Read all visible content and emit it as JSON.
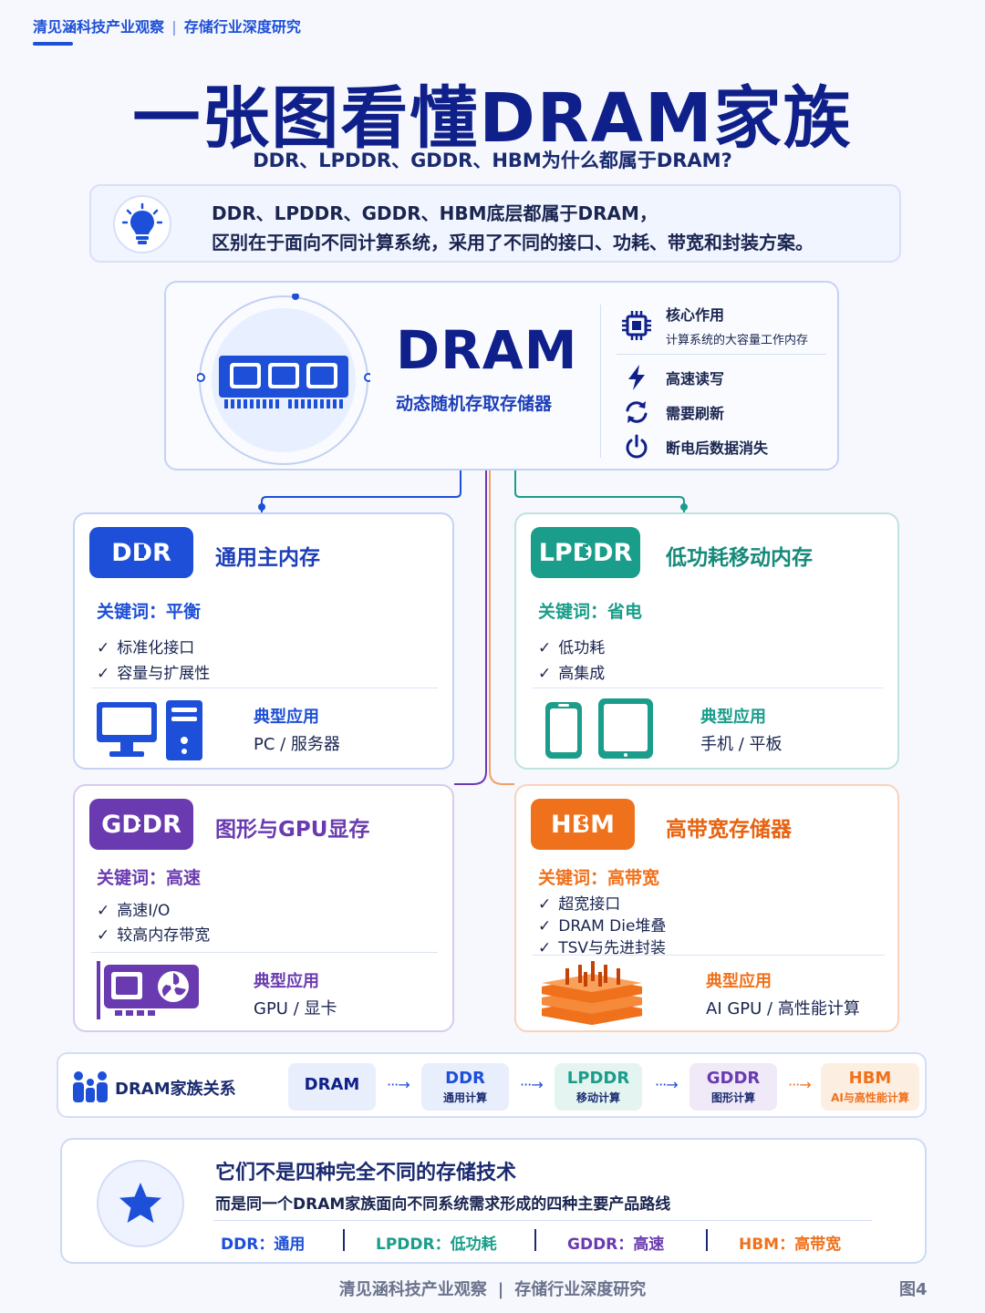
{
  "header": {
    "source_left": "清见涵科技产业观察",
    "separator": "|",
    "source_right": "存储行业深度研究"
  },
  "title": "一张图看懂DRAM家族",
  "subtitle": "DDR、LPDDR、GDDR、HBM为什么都属于DRAM?",
  "intro": {
    "line1": "DDR、LPDDR、GDDR、HBM底层都属于DRAM，",
    "line2": "区别在于面向不同计算系统，采用了不同的接口、功耗、带宽和封装方案。"
  },
  "dram": {
    "name": "DRAM",
    "full_name": "动态随机存取存储器",
    "core_title": "核心作用",
    "core_desc": "计算系统的大容量工作内存",
    "props": [
      "高速读写",
      "需要刷新",
      "断电后数据消失"
    ]
  },
  "types": {
    "ddr": {
      "badge": "DDR",
      "title": "通用主内存",
      "keyword": "关键词：平衡",
      "bullets": [
        "标准化接口",
        "容量与扩展性"
      ],
      "app_label": "典型应用",
      "app_value": "PC / 服务器",
      "color": "#1d4fd8"
    },
    "lpddr": {
      "badge": "LPDDR",
      "title": "低功耗移动内存",
      "keyword": "关键词：省电",
      "bullets": [
        "低功耗",
        "高集成"
      ],
      "app_label": "典型应用",
      "app_value": "手机 / 平板",
      "color": "#1a9d8a"
    },
    "gddr": {
      "badge": "GDDR",
      "title": "图形与GPU显存",
      "keyword": "关键词：高速",
      "bullets": [
        "高速I/O",
        "较高内存带宽"
      ],
      "app_label": "典型应用",
      "app_value": "GPU / 显卡",
      "color": "#6a3bb0"
    },
    "hbm": {
      "badge": "HBM",
      "title": "高带宽存储器",
      "keyword": "关键词：高带宽",
      "bullets": [
        "超宽接口",
        "DRAM Die堆叠",
        "TSV与先进封装"
      ],
      "app_label": "典型应用",
      "app_value": "AI GPU / 高性能计算",
      "color": "#f0711c"
    }
  },
  "family": {
    "label": "DRAM家族关系",
    "items": [
      {
        "name": "DRAM",
        "desc": ""
      },
      {
        "name": "DDR",
        "desc": "通用计算"
      },
      {
        "name": "LPDDR",
        "desc": "移动计算"
      },
      {
        "name": "GDDR",
        "desc": "图形计算"
      },
      {
        "name": "HBM",
        "desc": "AI与高性能计算"
      }
    ]
  },
  "summary": {
    "title": "它们不是四种完全不同的存储技术",
    "subtitle": "而是同一个DRAM家族面向不同系统需求形成的四种主要产品路线",
    "keywords": [
      "DDR：通用",
      "LPDDR：低功耗",
      "GDDR：高速",
      "HBM：高带宽"
    ]
  },
  "footer": {
    "left": "清见涵科技产业观察",
    "separator": "|",
    "right": "存储行业深度研究",
    "figure": "图4"
  }
}
